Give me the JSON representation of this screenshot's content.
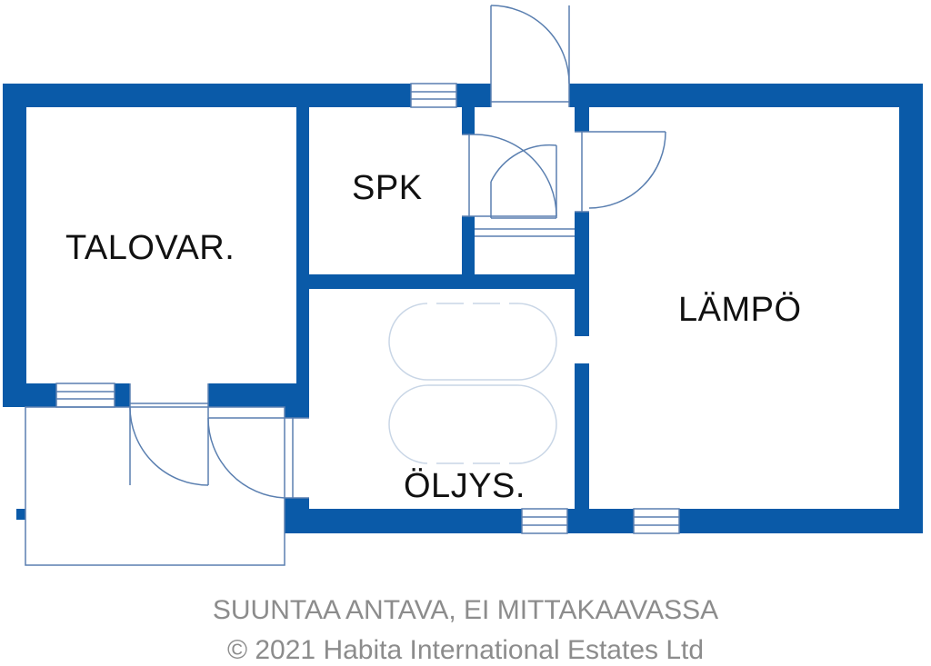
{
  "colors": {
    "wall": "#0a5aa8",
    "line": "#5a7fb0",
    "text": "#111111",
    "footer": "#8c8c8c",
    "background": "#ffffff"
  },
  "rooms": {
    "talovar": "TALOVAR.",
    "spk": "SPK",
    "lampo": "LÄMPÖ",
    "oljys": "ÖLJYS."
  },
  "footer": {
    "disclaimer": "SUUNTAA ANTAVA, EI MITTAKAAVASSA",
    "copyright": "© 2021 Habita International Estates Ltd"
  }
}
